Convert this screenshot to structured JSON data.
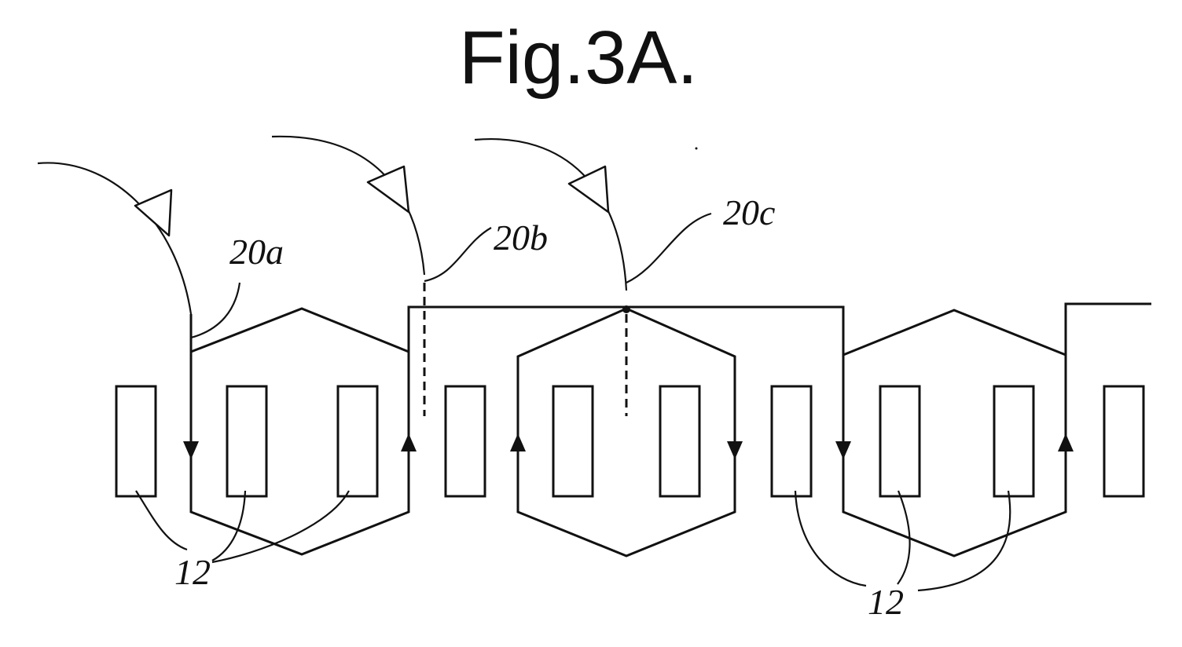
{
  "figure": {
    "title": "Fig.3A.",
    "labels": {
      "winding_a": "20a",
      "winding_b": "20b",
      "winding_c": "20c",
      "slot_ref_left": "12",
      "slot_ref_right": "12"
    }
  }
}
